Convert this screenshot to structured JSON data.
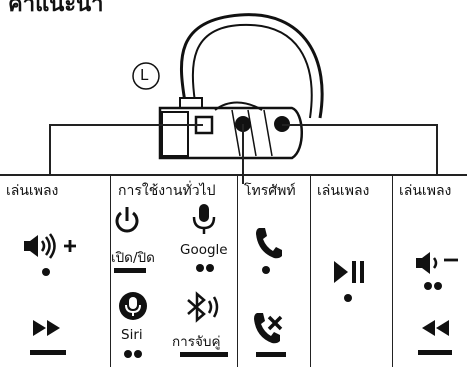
{
  "page": {
    "title": "คำแนะนำ",
    "button_marker": "L"
  },
  "columns": {
    "music_left": {
      "header": "เล่นเพลง"
    },
    "general": {
      "header": "การใช้งานทั่วไป",
      "power_label": "เปิด/ปิด",
      "google_label": "Google",
      "siri_label": "Siri",
      "pair_label": "การจับคู่"
    },
    "phone": {
      "header": "โทรศัพท์"
    },
    "music_mid": {
      "header": "เล่นเพลง"
    },
    "music_right": {
      "header": "เล่นเพลง"
    }
  },
  "icons": {
    "volume_up": "volume-up-icon",
    "next": "next-track-icon",
    "power": "power-icon",
    "mic": "microphone-icon",
    "siri": "siri-icon",
    "bluetooth": "bluetooth-icon",
    "call": "phone-call-icon",
    "end_call": "end-call-icon",
    "play_pause": "play-pause-icon",
    "volume_down": "volume-down-icon",
    "previous": "previous-track-icon"
  },
  "colors": {
    "ink": "#111111",
    "background": "#ffffff"
  }
}
